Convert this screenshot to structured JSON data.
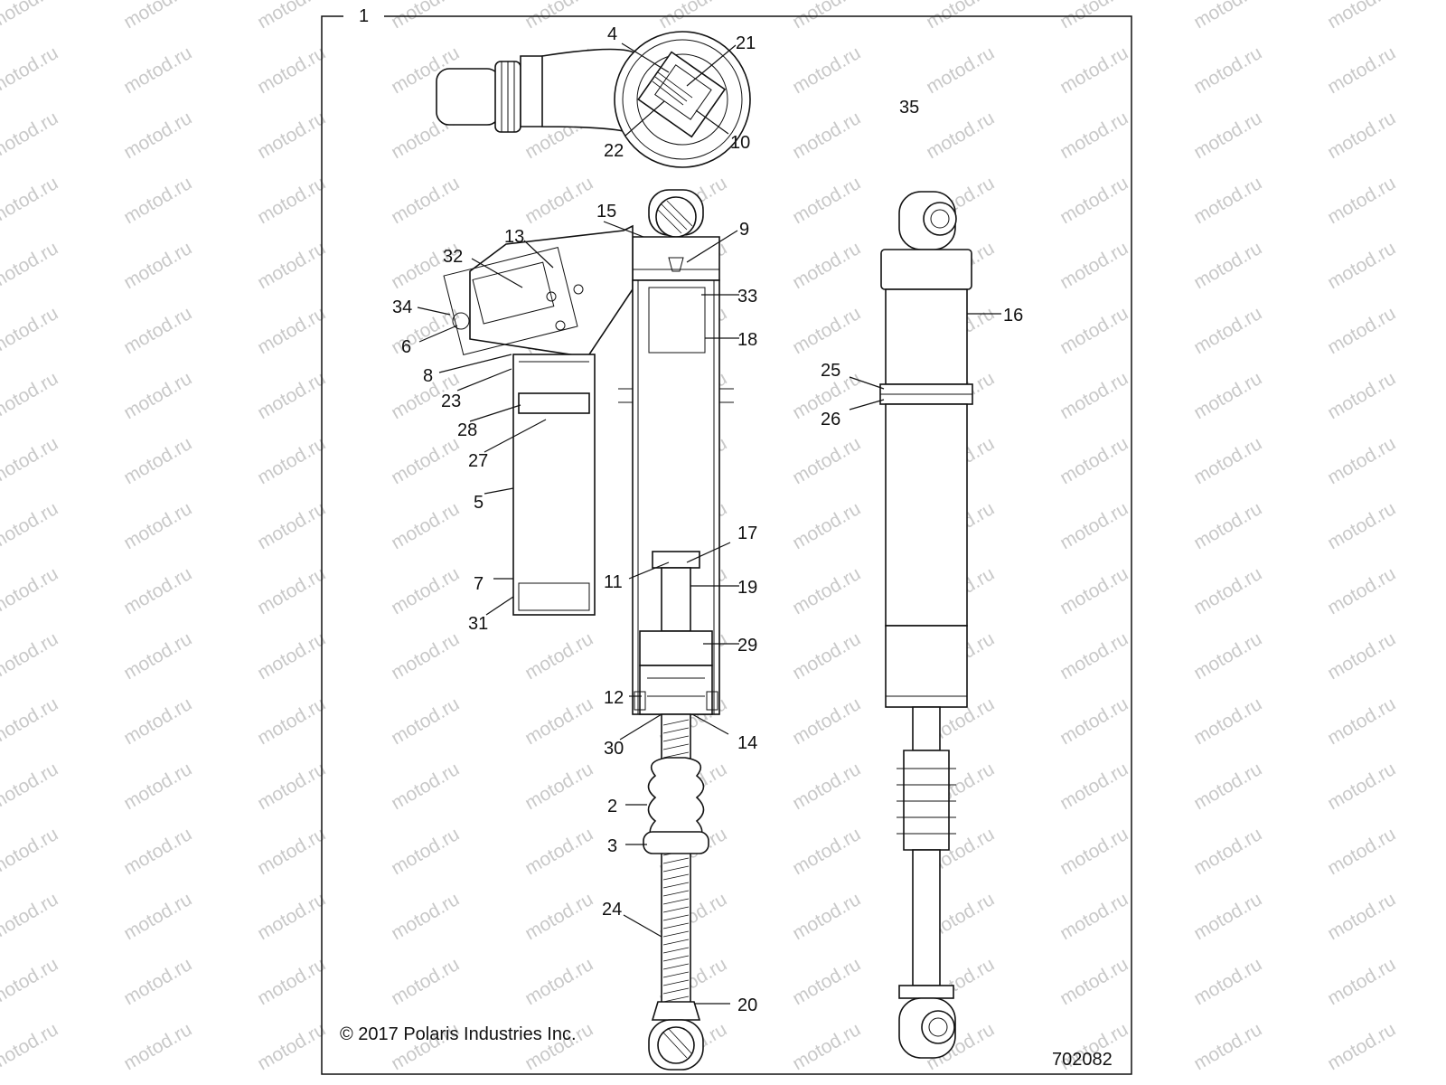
{
  "diagram": {
    "frame_callout": "1",
    "assembly_callout": "35",
    "copyright": "© 2017 Polaris Industries Inc.",
    "figure_number": "702082",
    "watermark": "motod.ru",
    "callouts": {
      "c2": "2",
      "c3": "3",
      "c4": "4",
      "c5": "5",
      "c6": "6",
      "c7": "7",
      "c8": "8",
      "c9": "9",
      "c10": "10",
      "c11": "11",
      "c12": "12",
      "c13": "13",
      "c14": "14",
      "c15": "15",
      "c16": "16",
      "c17": "17",
      "c18": "18",
      "c19": "19",
      "c20": "20",
      "c21": "21",
      "c22": "22",
      "c23": "23",
      "c24": "24",
      "c25": "25",
      "c26": "26",
      "c27": "27",
      "c28": "28",
      "c29": "29",
      "c30": "30",
      "c31": "31",
      "c32": "32",
      "c33": "33",
      "c34": "34"
    }
  }
}
